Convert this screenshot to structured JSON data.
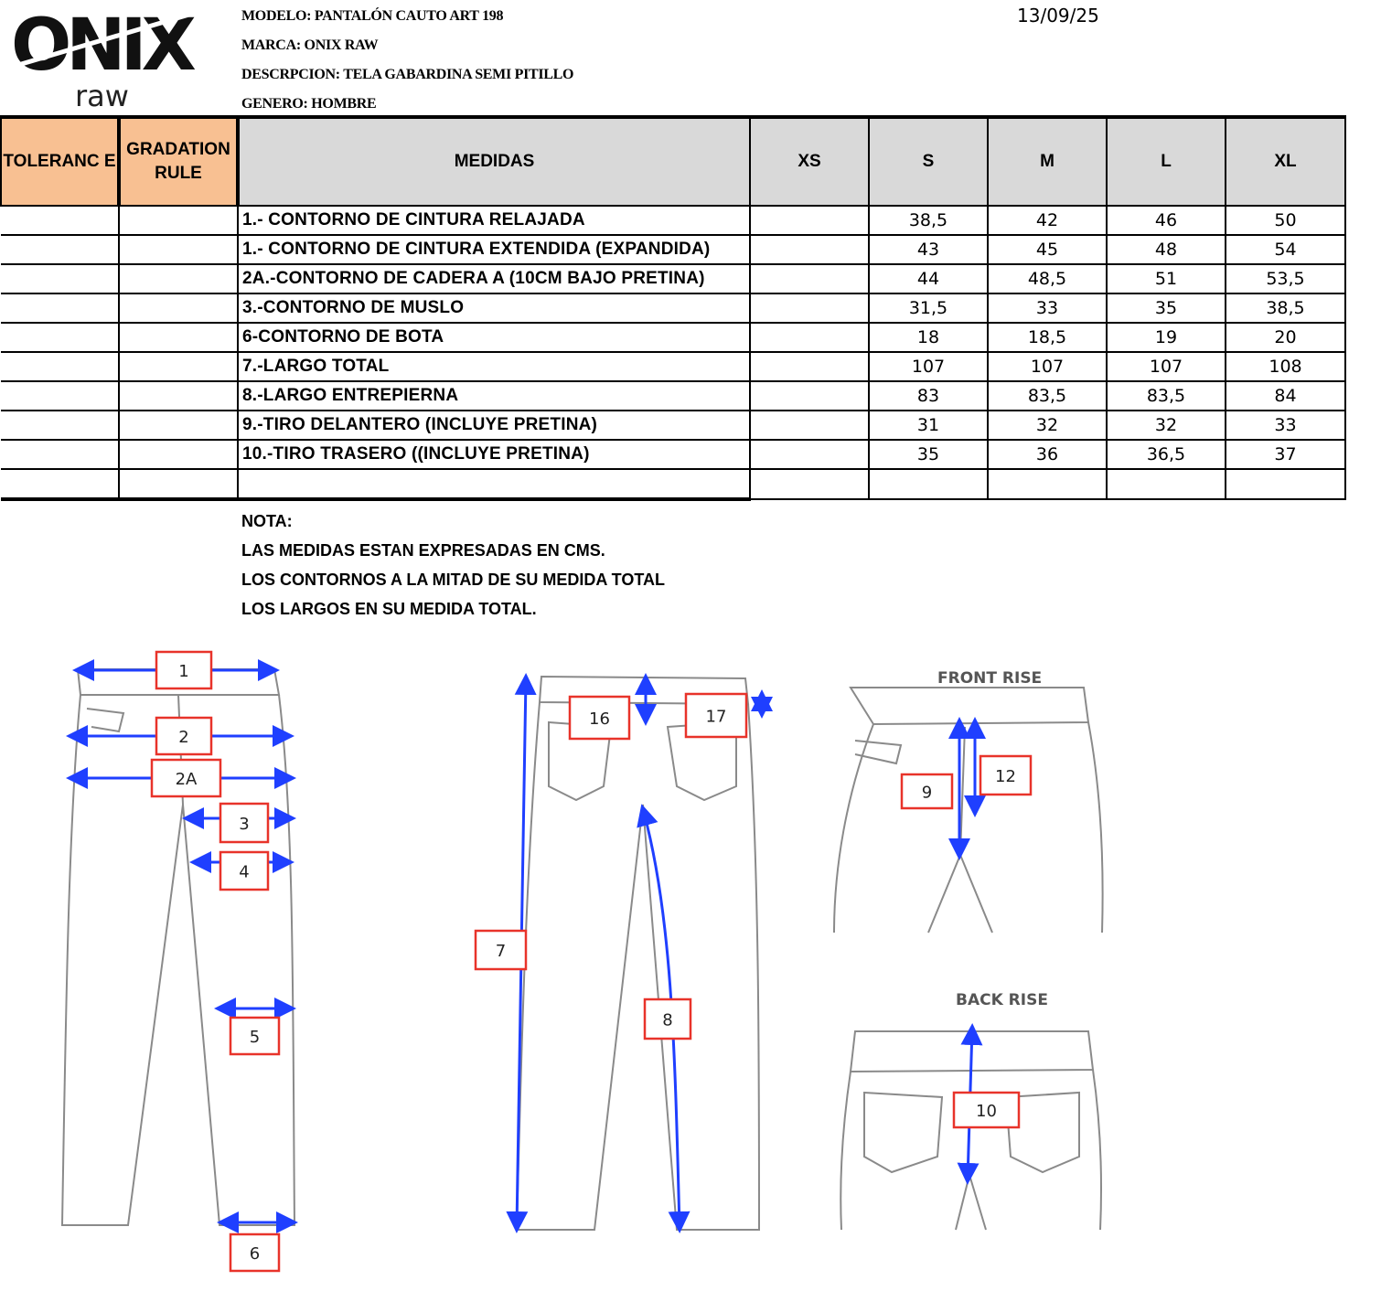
{
  "logo": {
    "brand": "ONIX",
    "sub": "raw"
  },
  "header": {
    "modelo": "MODELO: PANTALÓN CAUTO ART 198",
    "marca": "MARCA: ONIX RAW",
    "descripcion": "DESCRPCION:  TELA GABARDINA SEMI PITILLO",
    "genero": "GENERO: HOMBRE",
    "date": "13/09/25"
  },
  "table": {
    "columns": {
      "tolerance": "TOLERANC E",
      "gradation": "GRADATION RULE",
      "medidas": "MEDIDAS",
      "xs": "XS",
      "s": "S",
      "m": "M",
      "l": "L",
      "xl": "XL"
    },
    "rows": [
      {
        "label": "1.- CONTORNO DE CINTURA  RELAJADA",
        "xs": "",
        "s": "38,5",
        "m": "42",
        "l": "46",
        "xl": "50"
      },
      {
        "label": "1.- CONTORNO DE CINTURA EXTENDIDA (EXPANDIDA)",
        "xs": "",
        "s": "43",
        "m": "45",
        "l": "48",
        "xl": "54"
      },
      {
        "label": "2A.-CONTORNO DE CADERA A (10CM BAJO PRETINA)",
        "xs": "",
        "s": "44",
        "m": "48,5",
        "l": "51",
        "xl": "53,5"
      },
      {
        "label": "3.-CONTORNO DE MUSLO",
        "xs": "",
        "s": "31,5",
        "m": "33",
        "l": "35",
        "xl": "38,5"
      },
      {
        "label": "6-CONTORNO DE BOTA",
        "xs": "",
        "s": "18",
        "m": "18,5",
        "l": "19",
        "xl": "20"
      },
      {
        "label": "7.-LARGO TOTAL",
        "xs": "",
        "s": "107",
        "m": "107",
        "l": "107",
        "xl": "108"
      },
      {
        "label": "8.-LARGO ENTREPIERNA",
        "xs": "",
        "s": "83",
        "m": "83,5",
        "l": "83,5",
        "xl": "84"
      },
      {
        "label": "9.-TIRO DELANTERO (INCLUYE PRETINA)",
        "xs": "",
        "s": "31",
        "m": "32",
        "l": "32",
        "xl": "33"
      },
      {
        "label": "10.-TIRO TRASERO ((INCLUYE PRETINA)",
        "xs": "",
        "s": "35",
        "m": "36",
        "l": "36,5",
        "xl": "37"
      }
    ]
  },
  "notes": {
    "title": "NOTA:",
    "lines": [
      "LAS MEDIDAS ESTAN EXPRESADAS EN CMS.",
      "LOS CONTORNOS A LA MITAD DE SU MEDIDA TOTAL",
      "LOS LARGOS EN SU MEDIDA TOTAL."
    ]
  },
  "drawings": {
    "front_rise_title": "FRONT RISE",
    "back_rise_title": "BACK RISE",
    "callouts": {
      "c1": "1",
      "c2": "2",
      "c2a": "2A",
      "c3": "3",
      "c4": "4",
      "c5": "5",
      "c6": "6",
      "c7": "7",
      "c8": "8",
      "c9": "9",
      "c10": "10",
      "c12": "12",
      "c16": "16",
      "c17": "17"
    },
    "colors": {
      "arrow": "#1f3fff",
      "callout": "#e8332a",
      "sketch": "#8a8a8a"
    }
  }
}
